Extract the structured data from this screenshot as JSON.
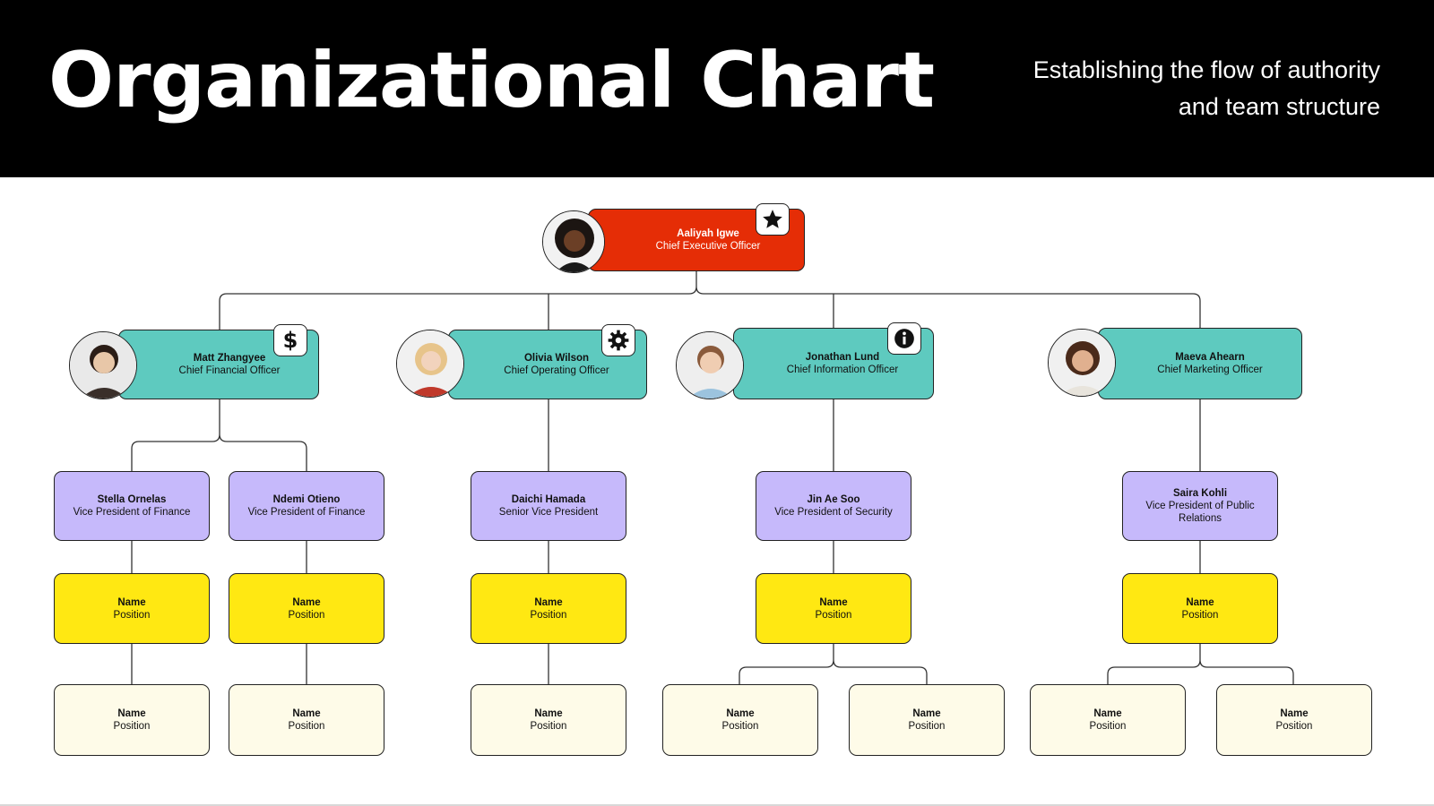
{
  "header": {
    "title": "Organizational Chart",
    "subtitle": "Establishing the flow of authority and team structure"
  },
  "colors": {
    "ceo": "#e52d06",
    "executive": "#5ecabf",
    "vice_president": "#c6b9fb",
    "manager": "#ffe812",
    "staff": "#fefbe8"
  },
  "ceo": {
    "name": "Aaliyah Igwe",
    "position": "Chief Executive Officer",
    "icon": "star-icon"
  },
  "executives": [
    {
      "name": "Matt Zhangyee",
      "position": "Chief Financial Officer",
      "icon": "dollar-icon"
    },
    {
      "name": "Olivia Wilson",
      "position": "Chief Operating Officer",
      "icon": "gear-icon"
    },
    {
      "name": "Jonathan Lund",
      "position": "Chief Information Officer",
      "icon": "info-icon"
    },
    {
      "name": "Maeva Ahearn",
      "position": "Chief Marketing Officer"
    }
  ],
  "vice_presidents": [
    {
      "name": "Stella Ornelas",
      "position": "Vice President of Finance"
    },
    {
      "name": "Ndemi Otieno",
      "position": "Vice President of Finance"
    },
    {
      "name": "Daichi Hamada",
      "position": "Senior Vice President"
    },
    {
      "name": "Jin Ae Soo",
      "position": "Vice President of Security"
    },
    {
      "name": "Saira Kohli",
      "position": "Vice President of Public Relations"
    }
  ],
  "level3": [
    {
      "name": "Name",
      "position": "Position"
    },
    {
      "name": "Name",
      "position": "Position"
    },
    {
      "name": "Name",
      "position": "Position"
    },
    {
      "name": "Name",
      "position": "Position"
    },
    {
      "name": "Name",
      "position": "Position"
    }
  ],
  "level4": [
    {
      "name": "Name",
      "position": "Position"
    },
    {
      "name": "Name",
      "position": "Position"
    },
    {
      "name": "Name",
      "position": "Position"
    },
    {
      "name": "Name",
      "position": "Position"
    },
    {
      "name": "Name",
      "position": "Position"
    },
    {
      "name": "Name",
      "position": "Position"
    },
    {
      "name": "Name",
      "position": "Position"
    }
  ]
}
